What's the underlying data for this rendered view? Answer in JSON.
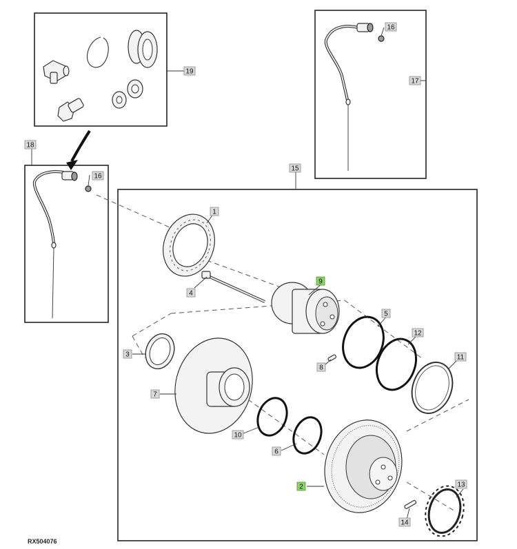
{
  "diagram": {
    "reference_code": "RX504076",
    "callouts": [
      {
        "id": "c19",
        "label": "19",
        "highlight": false
      },
      {
        "id": "c18",
        "label": "18",
        "highlight": false
      },
      {
        "id": "c16a",
        "label": "16",
        "highlight": false
      },
      {
        "id": "c16b",
        "label": "16",
        "highlight": false
      },
      {
        "id": "c17",
        "label": "17",
        "highlight": false
      },
      {
        "id": "c15",
        "label": "15",
        "highlight": false
      },
      {
        "id": "c1",
        "label": "1",
        "highlight": false
      },
      {
        "id": "c4",
        "label": "4",
        "highlight": false
      },
      {
        "id": "c9",
        "label": "9",
        "highlight": true
      },
      {
        "id": "c5",
        "label": "5",
        "highlight": false
      },
      {
        "id": "c12",
        "label": "12",
        "highlight": false
      },
      {
        "id": "c11",
        "label": "11",
        "highlight": false
      },
      {
        "id": "c3",
        "label": "3",
        "highlight": false
      },
      {
        "id": "c8",
        "label": "8",
        "highlight": false
      },
      {
        "id": "c7",
        "label": "7",
        "highlight": false
      },
      {
        "id": "c10",
        "label": "10",
        "highlight": false
      },
      {
        "id": "c6",
        "label": "6",
        "highlight": false
      },
      {
        "id": "c2",
        "label": "2",
        "highlight": true
      },
      {
        "id": "c13",
        "label": "13",
        "highlight": false
      },
      {
        "id": "c14",
        "label": "14",
        "highlight": false
      }
    ]
  }
}
